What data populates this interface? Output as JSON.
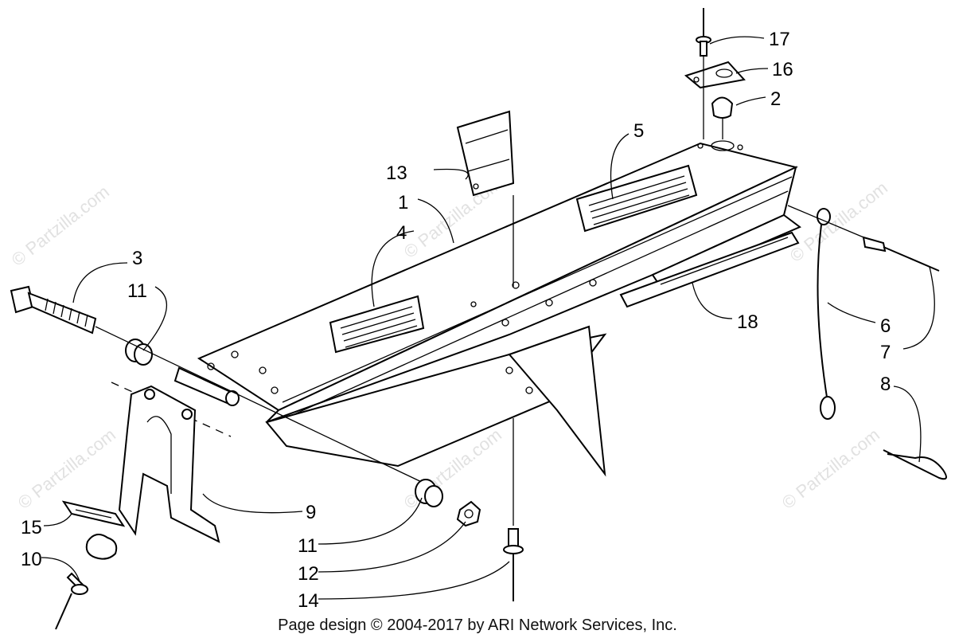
{
  "diagram": {
    "callouts": [
      {
        "id": "c17",
        "text": "17"
      },
      {
        "id": "c16",
        "text": "16"
      },
      {
        "id": "c2",
        "text": "2"
      },
      {
        "id": "c5",
        "text": "5"
      },
      {
        "id": "c13",
        "text": "13"
      },
      {
        "id": "c1",
        "text": "1"
      },
      {
        "id": "c4",
        "text": "4"
      },
      {
        "id": "c3",
        "text": "3"
      },
      {
        "id": "c11a",
        "text": "11"
      },
      {
        "id": "c18",
        "text": "18"
      },
      {
        "id": "c6",
        "text": "6"
      },
      {
        "id": "c7",
        "text": "7"
      },
      {
        "id": "c8",
        "text": "8"
      },
      {
        "id": "c9",
        "text": "9"
      },
      {
        "id": "c15",
        "text": "15"
      },
      {
        "id": "c11b",
        "text": "11"
      },
      {
        "id": "c12",
        "text": "12"
      },
      {
        "id": "c10",
        "text": "10"
      },
      {
        "id": "c14",
        "text": "14"
      }
    ],
    "watermark": "© Partzilla.com",
    "footer": "Page design © 2004-2017 by ARI Network Services, Inc."
  }
}
